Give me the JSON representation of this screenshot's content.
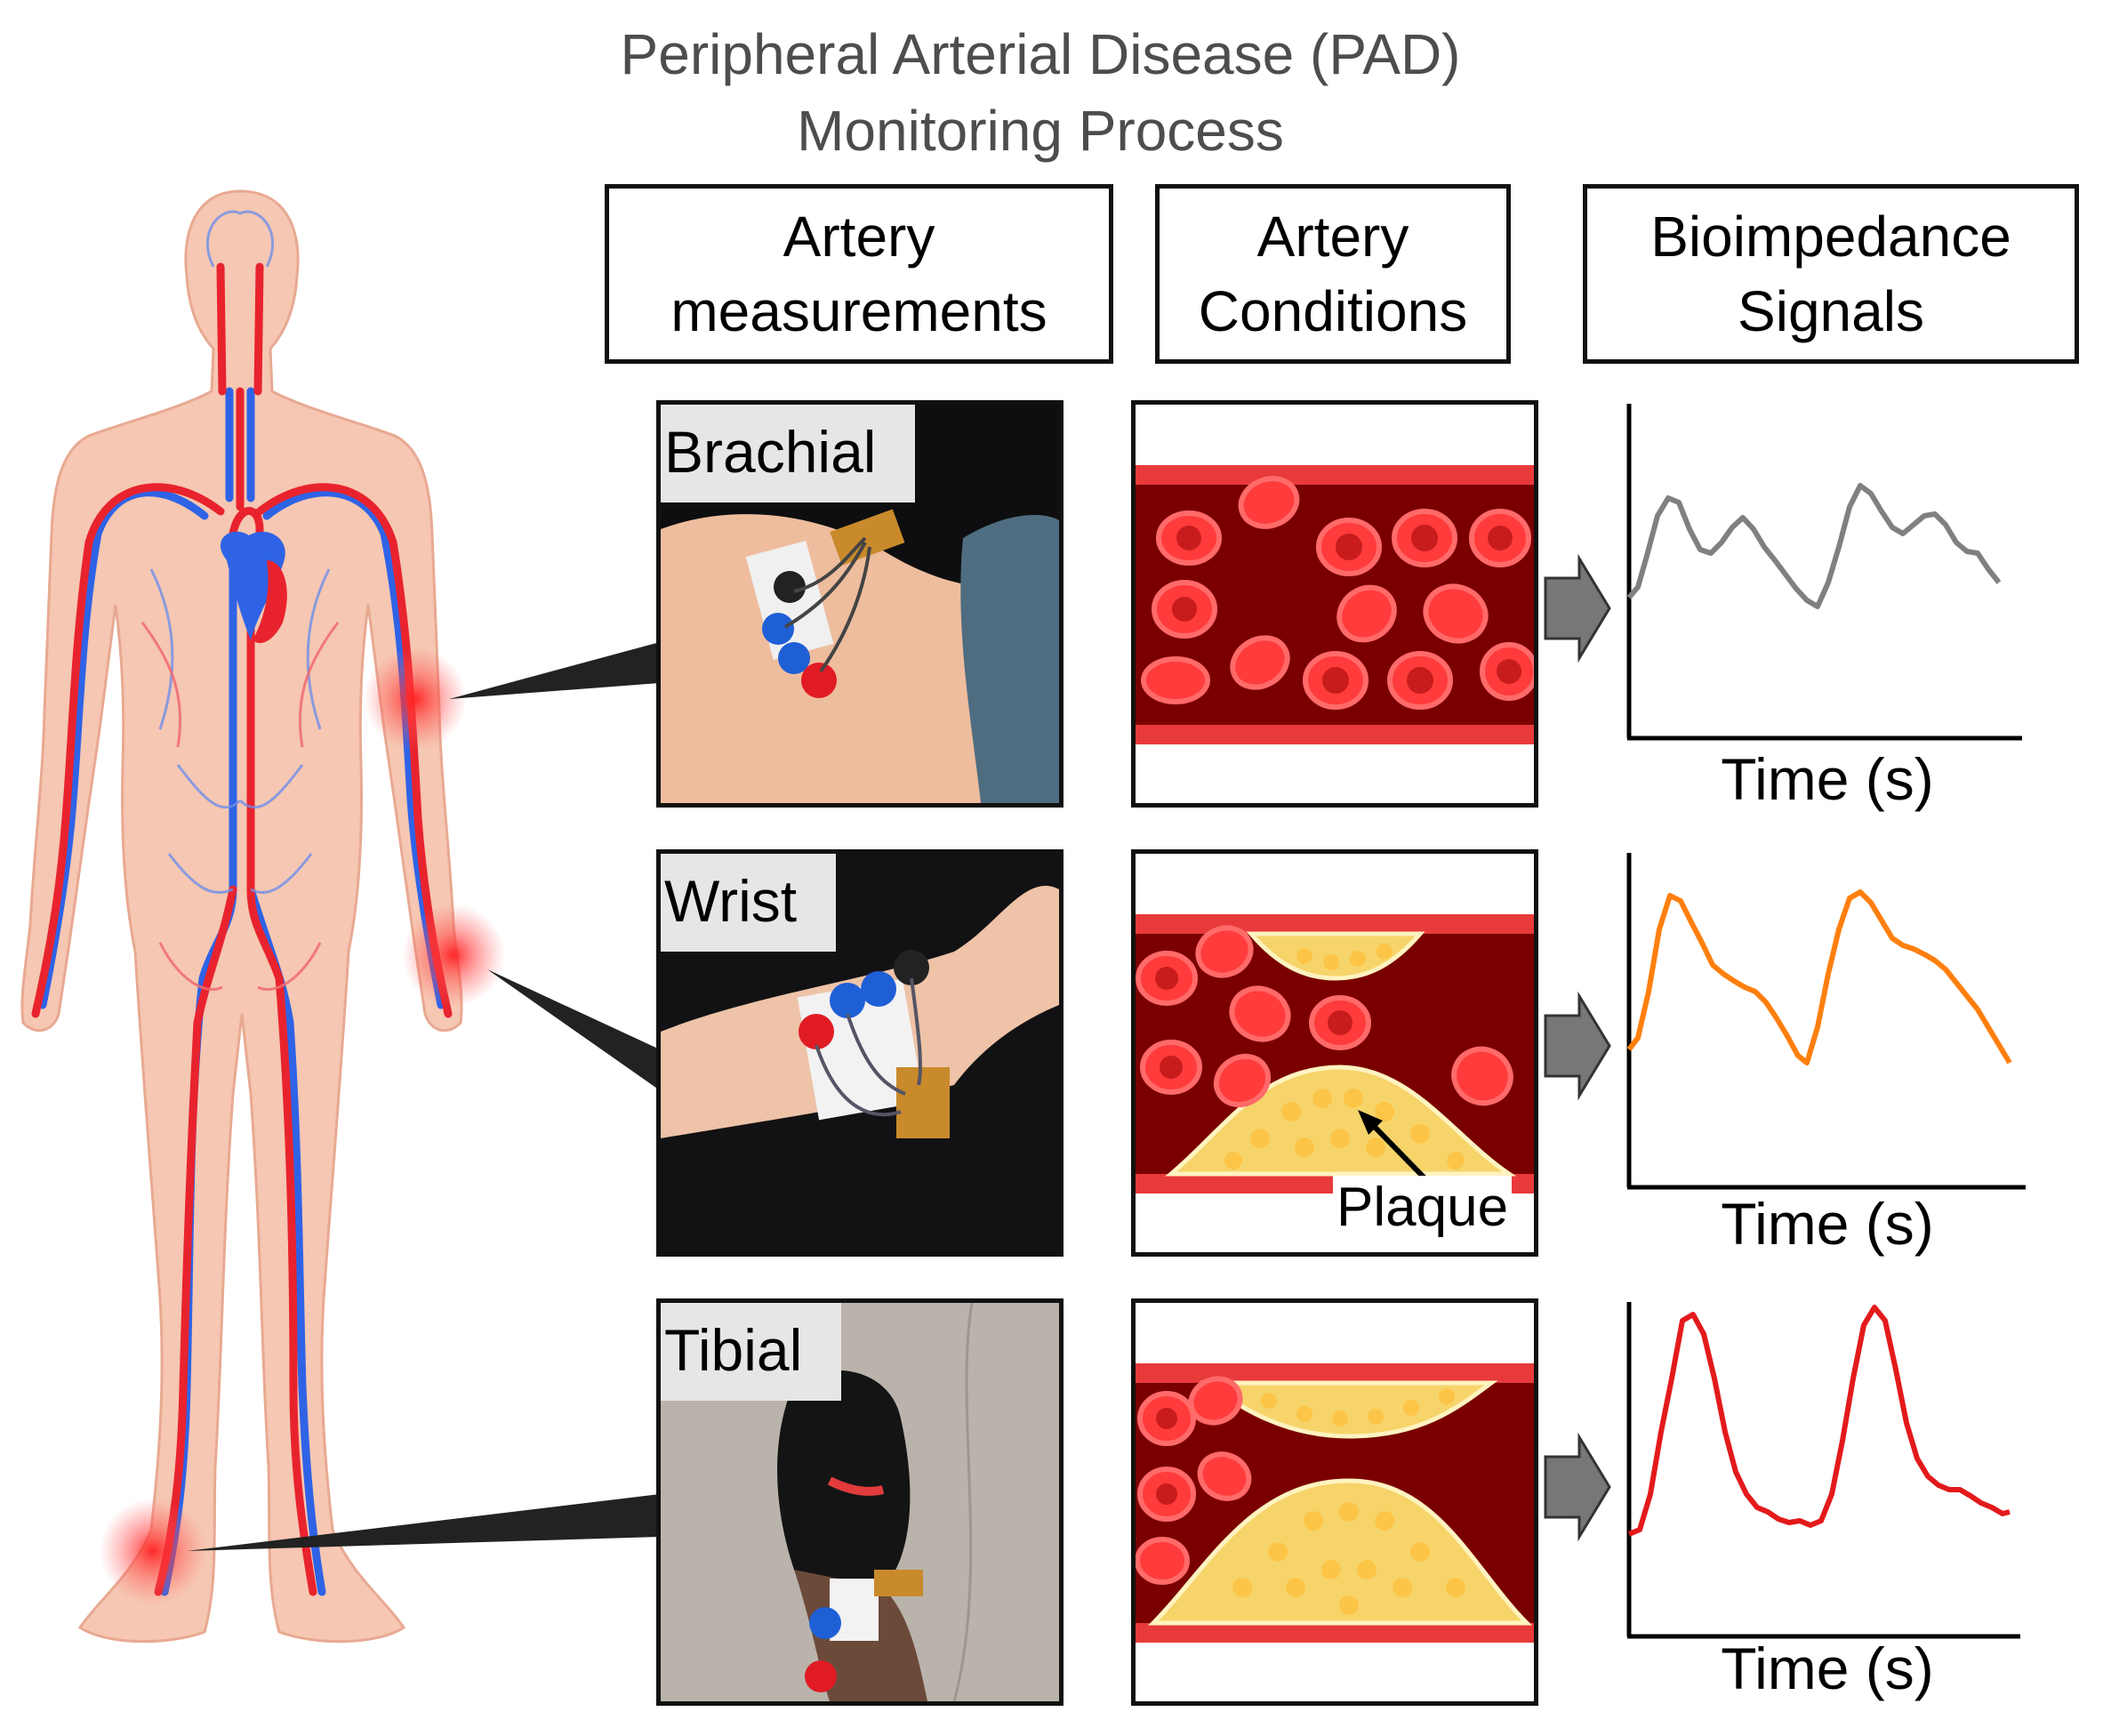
{
  "title": {
    "line1": "Peripheral Arterial Disease (PAD)",
    "line2": "Monitoring Process"
  },
  "headers": {
    "measurements": {
      "line1": "Artery",
      "line2": "measurements"
    },
    "conditions": {
      "line1": "Artery",
      "line2": "Conditions"
    },
    "signals": {
      "line1": "Bioimpedance",
      "line2": "Signals"
    }
  },
  "rows": [
    {
      "site": "Brachial",
      "signal_color": "#808080",
      "time_label": "Time (s)"
    },
    {
      "site": "Wrist",
      "signal_color": "#ff7f0e",
      "time_label": "Time (s)",
      "plaque_label": "Plaque"
    },
    {
      "site": "Tibial",
      "signal_color": "#e31a1c",
      "time_label": "Time (s)"
    }
  ],
  "colors": {
    "artery_dark": "#7a0000",
    "artery_wall": "#e83a3a",
    "rbc": "#ff3b3b",
    "plaque": "#f6d46a",
    "arrow": "#777777",
    "vein": "#2f63e6",
    "arteryline": "#e8232e",
    "skin": "#f6c7b2"
  }
}
